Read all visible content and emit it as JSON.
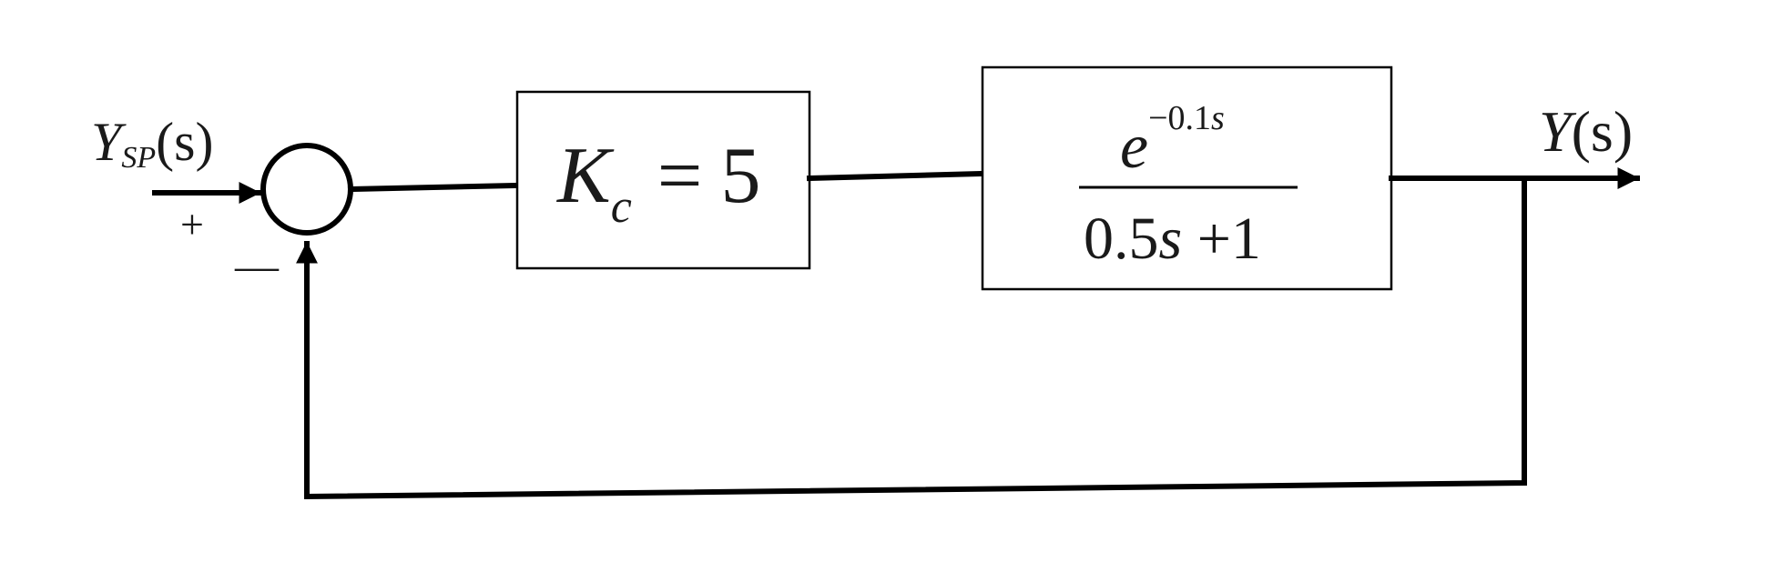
{
  "input": {
    "base": "Y",
    "subscript": "SP",
    "arg": "(s)"
  },
  "output": {
    "base": "Y",
    "arg": "(s)"
  },
  "summing_junction": {
    "plus_sign": "+",
    "minus_sign": "—"
  },
  "controller": {
    "symbol": "K",
    "subscript": "c",
    "equals": "=",
    "value": "5"
  },
  "process": {
    "numerator_base": "e",
    "numerator_exponent": "−0.1",
    "numerator_exponent_var": "s",
    "denominator_coef": "0.5",
    "denominator_var": "s",
    "denominator_rest": " +1"
  }
}
